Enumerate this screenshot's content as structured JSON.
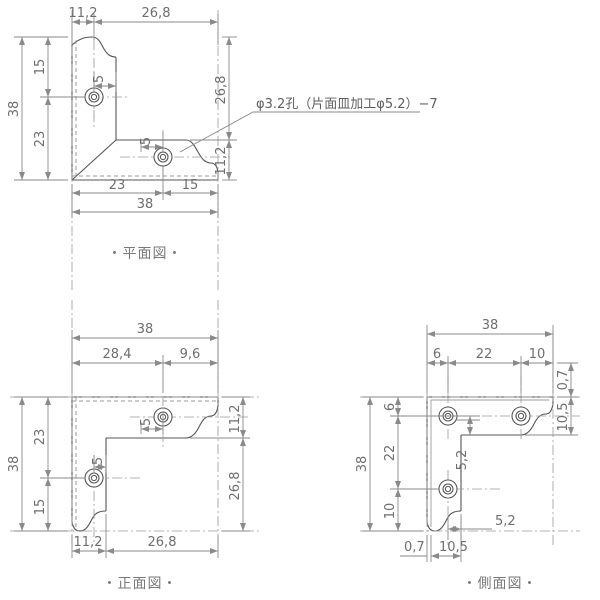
{
  "drawing": {
    "title": "L-bracket corner brace technical drawing",
    "note": {
      "id": "hole-callout",
      "text": "φ3.2孔（片面皿加工φ5.2）−7"
    },
    "colors": {
      "outline": "#555555",
      "dimension": "#8a8a8a",
      "text": "#6e6e6e",
      "center": "#9a9a9a",
      "background": "#ffffff"
    },
    "views": [
      {
        "key": "plan",
        "label": "・平面図・",
        "dimensions": {
          "top": [
            "11,2",
            "26,8"
          ],
          "left_outer": "38",
          "left_inner": [
            "15",
            "23"
          ],
          "right": [
            "26,8",
            "11,2"
          ],
          "bottom_inner": [
            "23",
            "15"
          ],
          "bottom_outer": "38",
          "hole_offsets": [
            "5",
            "5"
          ]
        }
      },
      {
        "key": "front",
        "label": "・正面図・",
        "dimensions": {
          "top_outer": "38",
          "top_inner": [
            "28,4",
            "9,6"
          ],
          "left_outer": "38",
          "left_inner": [
            "23",
            "15"
          ],
          "right": [
            "11,2",
            "26,8"
          ],
          "bottom": [
            "11,2",
            "26,8"
          ],
          "hole_offsets": [
            "5",
            "5"
          ]
        }
      },
      {
        "key": "side",
        "label": "・側面図・",
        "dimensions": {
          "top_outer": "38",
          "top_inner": [
            "6",
            "22",
            "10"
          ],
          "left_outer": "38",
          "left_inner": [
            "6",
            "22",
            "10"
          ],
          "right": [
            "0,7",
            "10,5"
          ],
          "bottom": [
            "0,7",
            "10,5"
          ],
          "thickness_marks": [
            "5,2",
            "5,2"
          ]
        }
      }
    ]
  }
}
